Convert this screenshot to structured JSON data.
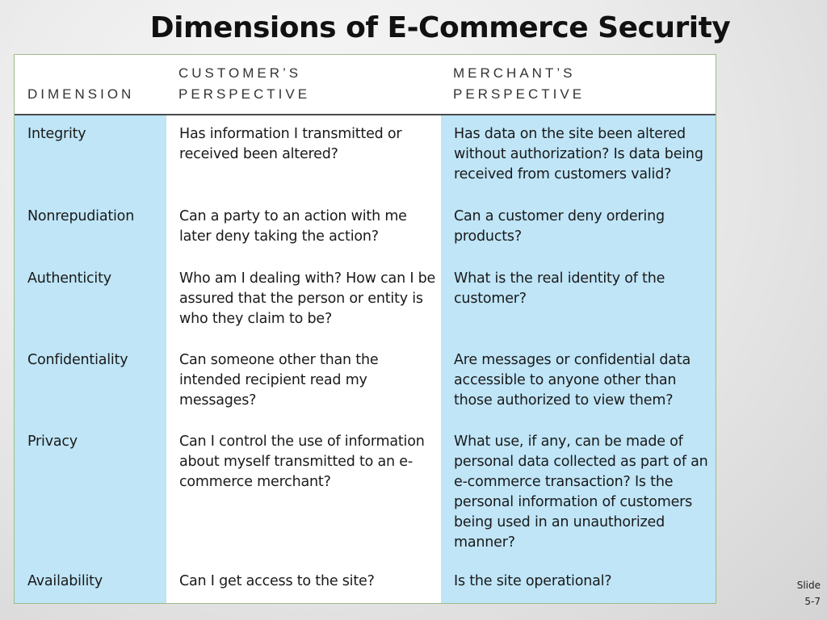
{
  "slide": {
    "title": "Dimensions of E-Commerce Security",
    "number_label": "Slide",
    "number_value": "5-7"
  },
  "table": {
    "headers": {
      "dimension": "DIMENSION",
      "customer_line1": "CUSTOMER’S",
      "customer_line2": "PERSPECTIVE",
      "merchant_line1": "MERCHANT’S",
      "merchant_line2": "PERSPECTIVE"
    },
    "rows": [
      {
        "dimension": "Integrity",
        "customer": "Has information I transmitted or received been altered?",
        "merchant": "Has data on the site been altered without authorization? Is data being received from customers valid?"
      },
      {
        "dimension": "Nonrepudiation",
        "customer": "Can a party to an action with me later deny taking the action?",
        "merchant": "Can a customer deny ordering products?"
      },
      {
        "dimension": "Authenticity",
        "customer": "Who am I dealing with? How can I be assured that the person or entity is who they claim to be?",
        "merchant": "What is the real identity of the customer?"
      },
      {
        "dimension": "Confidentiality",
        "customer": "Can someone other than the intended recipient read my messages?",
        "merchant": "Are messages or confidential data accessible to anyone other than those authorized to view them?"
      },
      {
        "dimension": "Privacy",
        "customer": "Can I control the use of information about myself transmitted to an e-commerce merchant?",
        "merchant": "What use, if any, can be made of personal data collected as part of an e-commerce transaction? Is the personal information of customers being used in an unauthorized manner?"
      },
      {
        "dimension": "Availability",
        "customer": "Can I get access to the site?",
        "merchant": "Is the site operational?"
      }
    ]
  },
  "colors": {
    "column_tint": "#bfe5f7",
    "frame_border": "#9cbc88"
  }
}
